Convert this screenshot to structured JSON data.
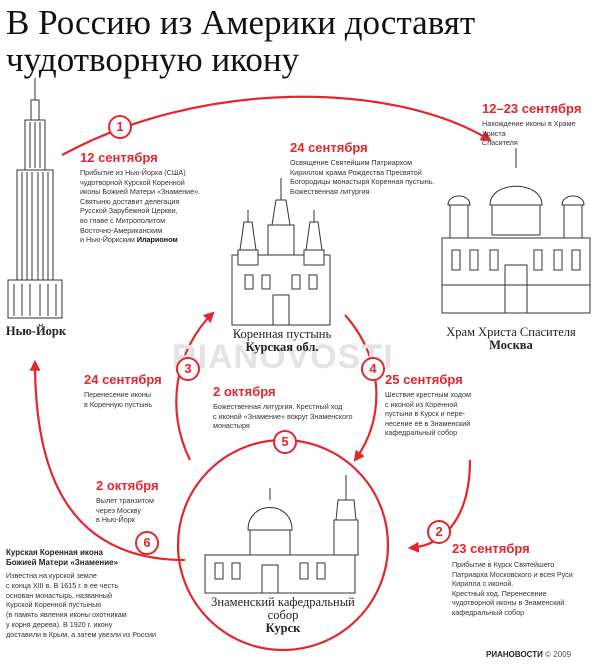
{
  "title_line1": "В Россию из Америки доставят",
  "title_line2": "чудотворную икону",
  "watermark": "RIANOVOSTI",
  "colors": {
    "accent": "#e3262e",
    "text": "#222222"
  },
  "places": {
    "newyork": {
      "label": "Нью-Йорк"
    },
    "korennaya": {
      "line1": "Коренная пустынь",
      "line2": "Курская обл."
    },
    "moscow": {
      "line1": "Храм Христа Спасителя",
      "line2": "Москва"
    },
    "kursk": {
      "line1": "Знаменский кафедральный",
      "line2": "собор",
      "line3": "Курск"
    }
  },
  "steps": {
    "s1": {
      "num": "1",
      "date": "12 сентября",
      "lines": [
        "Прибытие из Нью-Йорка (США)",
        "чудотворной Курской Коренной",
        "иконы Божией Матери «Знамение».",
        "Святыню доставит делегация",
        "Русской Зарубежной Церкви,",
        "во главе с Митрополитом",
        "Восточно-Американским",
        "и Нью-Йоркским"
      ],
      "bold": "Иларионом"
    },
    "s_moscow": {
      "date": "12–23 сентября",
      "lines": [
        "Нахождение иконы в Храме Христа",
        "Спасителя"
      ]
    },
    "s_sep24_top": {
      "date": "24 сентября",
      "lines": [
        "Освящение Святейшим Патриархом",
        "Кириллом храма Рождества Пресвятой",
        "Богородицы монастыря Коренная пустынь.",
        "Божественная литургия"
      ]
    },
    "s3": {
      "num": "3",
      "date": "24 сентября",
      "lines": [
        "Перенесение иконы",
        "в Коренную пустынь"
      ]
    },
    "s4": {
      "num": "4",
      "date": "25 сентября",
      "lines": [
        "Шествие крестным ходом",
        "с иконой из Коренной",
        "пустыни в Курск и пере-",
        "несение её в Знаменский",
        "кафедральный собор"
      ]
    },
    "s5": {
      "num": "5",
      "date": "2 октября",
      "lines": [
        "Божественная литургия. Крестный ход",
        "с иконой «Знамение» вокруг Знаменского",
        "монастыря"
      ]
    },
    "s2": {
      "num": "2",
      "date": "23 сентября",
      "lines": [
        "Прибытие в Курск Святейшего",
        "Патриарха Московского и всея Руси",
        "Кирилла с иконой.",
        "Крестный ход. Перенесение",
        "чудотворной иконы в Знаменский",
        "кафедральный собор"
      ]
    },
    "s6": {
      "num": "6",
      "date": "2 октября",
      "lines": [
        "Вылет транзитом",
        "через Москву",
        "в Нью-Йорк"
      ]
    }
  },
  "info": {
    "title_line1": "Курская Коренная икона",
    "title_line2": "Божией Матери «Знамение»",
    "lines": [
      "Известна на курской земле",
      "с конца XIII в. В 1615 г. в ее честь",
      "основан монастырь, названный",
      "Курской Коренной пустынью",
      "(в память явления иконы охотникам",
      "у корня дерева). В 1920 г. икону",
      "доставили в Крым, а затем увезли из России"
    ]
  },
  "footer": {
    "brand": "РИАНОВОСТИ",
    "copyright": "© 2009"
  }
}
